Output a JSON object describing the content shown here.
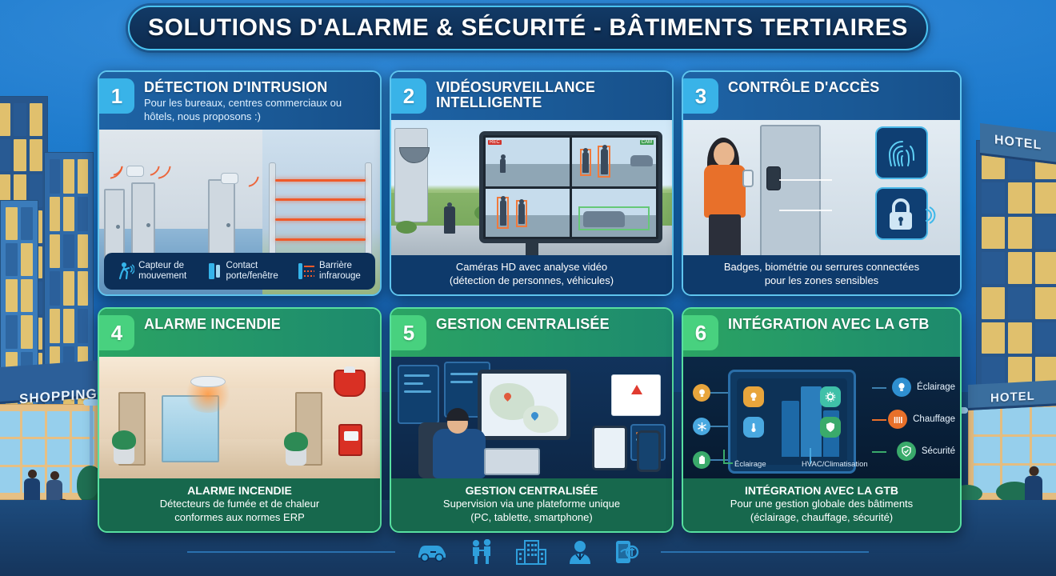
{
  "title": "SOLUTIONS D'ALARME & SÉCURITÉ - BÂTIMENTS TERTIAIRES",
  "colors": {
    "accent_blue": "#39b3e8",
    "accent_green": "#48d17f",
    "header_blue": "#1e63a5",
    "header_green": "#2ba463",
    "caption_blue": "#0e3a6b",
    "caption_green": "#17684d",
    "title_border": "#49c2f0",
    "lighting_orange": "#f2a33c",
    "heating_orange": "#e8702a",
    "security_green": "#3aaa6b"
  },
  "cards": [
    {
      "number": "1",
      "title": "DÉTECTION D'INTRUSION",
      "subtitle": "Pour les bureaux, centres commerciaux ou hôtels, nous proposons :)",
      "theme": "blue",
      "legend": [
        {
          "icon": "motion-sensor-icon",
          "label_line1": "Capteur de",
          "label_line2": "mouvement"
        },
        {
          "icon": "door-window-contact-icon",
          "label_line1": "Contact",
          "label_line2": "porte/fenêtre"
        },
        {
          "icon": "infrared-barrier-icon",
          "label_line1": "Barrière",
          "label_line2": "infrarouge"
        }
      ]
    },
    {
      "number": "2",
      "title": "VIDÉOSURVEILLANCE INTELLIGENTE",
      "subtitle": "",
      "theme": "blue",
      "caption_line1": "Caméras HD avec analyse vidéo",
      "caption_line2": "(détection de personnes, véhicules)",
      "monitor_tags": [
        "REC",
        "CAM"
      ]
    },
    {
      "number": "3",
      "title": "CONTRÔLE D'ACCÈS",
      "subtitle": "",
      "theme": "blue",
      "caption_line1": "Badges, biométrie ou serrures connectées",
      "caption_line2": "pour les zones sensibles"
    },
    {
      "number": "4",
      "title": "ALARME INCENDIE",
      "subtitle": "",
      "theme": "green",
      "caption_title": "ALARME INCENDIE",
      "caption_line1": "Détecteurs de fumée et de chaleur",
      "caption_line2": "conformes aux normes ERP"
    },
    {
      "number": "5",
      "title": "GESTION CENTRALISÉE",
      "subtitle": "",
      "theme": "green",
      "caption_title": "GESTION CENTRALISÉE",
      "caption_line1": "Supervision via une plateforme unique",
      "caption_line2": "(PC, tablette, smartphone)"
    },
    {
      "number": "6",
      "title": "INTÉGRATION AVEC LA GTB",
      "subtitle": "",
      "theme": "green",
      "caption_title": "INTÉGRATION AVEC LA GTB",
      "caption_line1": "Pour une gestion globale des bâtiments",
      "caption_line2": "(éclairage, chauffage, sécurité)",
      "badges": [
        {
          "label": "Éclairage",
          "icon": "lightbulb-icon",
          "color": "#2f8fd0"
        },
        {
          "label": "Chauffage",
          "icon": "heat-waves-icon",
          "color": "#e8702a"
        },
        {
          "label": "Sécurité",
          "icon": "shield-check-icon",
          "color": "#3aaa6b"
        }
      ],
      "under_labels": [
        "Éclairage",
        "HVAC/Climatisation"
      ]
    }
  ],
  "background": {
    "signs": [
      {
        "text": "SHOPPING"
      },
      {
        "text": "HOTEL"
      },
      {
        "text": "HOTEL"
      }
    ]
  },
  "bottom_icons": [
    {
      "name": "car-icon"
    },
    {
      "name": "people-icon"
    },
    {
      "name": "office-building-icon"
    },
    {
      "name": "security-agent-icon"
    },
    {
      "name": "mobile-security-icon"
    }
  ]
}
